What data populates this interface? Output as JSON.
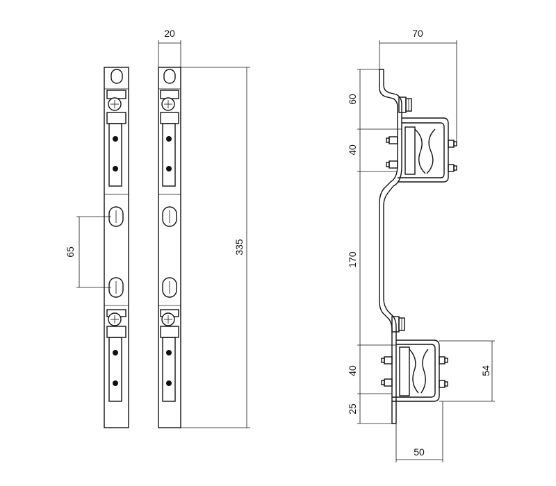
{
  "drawing": {
    "front_view": {
      "dim_width": "20",
      "dim_slot_spacing": "65",
      "dim_total_height": "335"
    },
    "side_view": {
      "dim_top_offset": "70",
      "dim_upper_bend": "60",
      "dim_upper_clamp": "40",
      "dim_middle": "170",
      "dim_lower_clamp": "40",
      "dim_bottom": "25",
      "dim_clamp_depth": "54",
      "dim_bottom_width": "50"
    }
  }
}
